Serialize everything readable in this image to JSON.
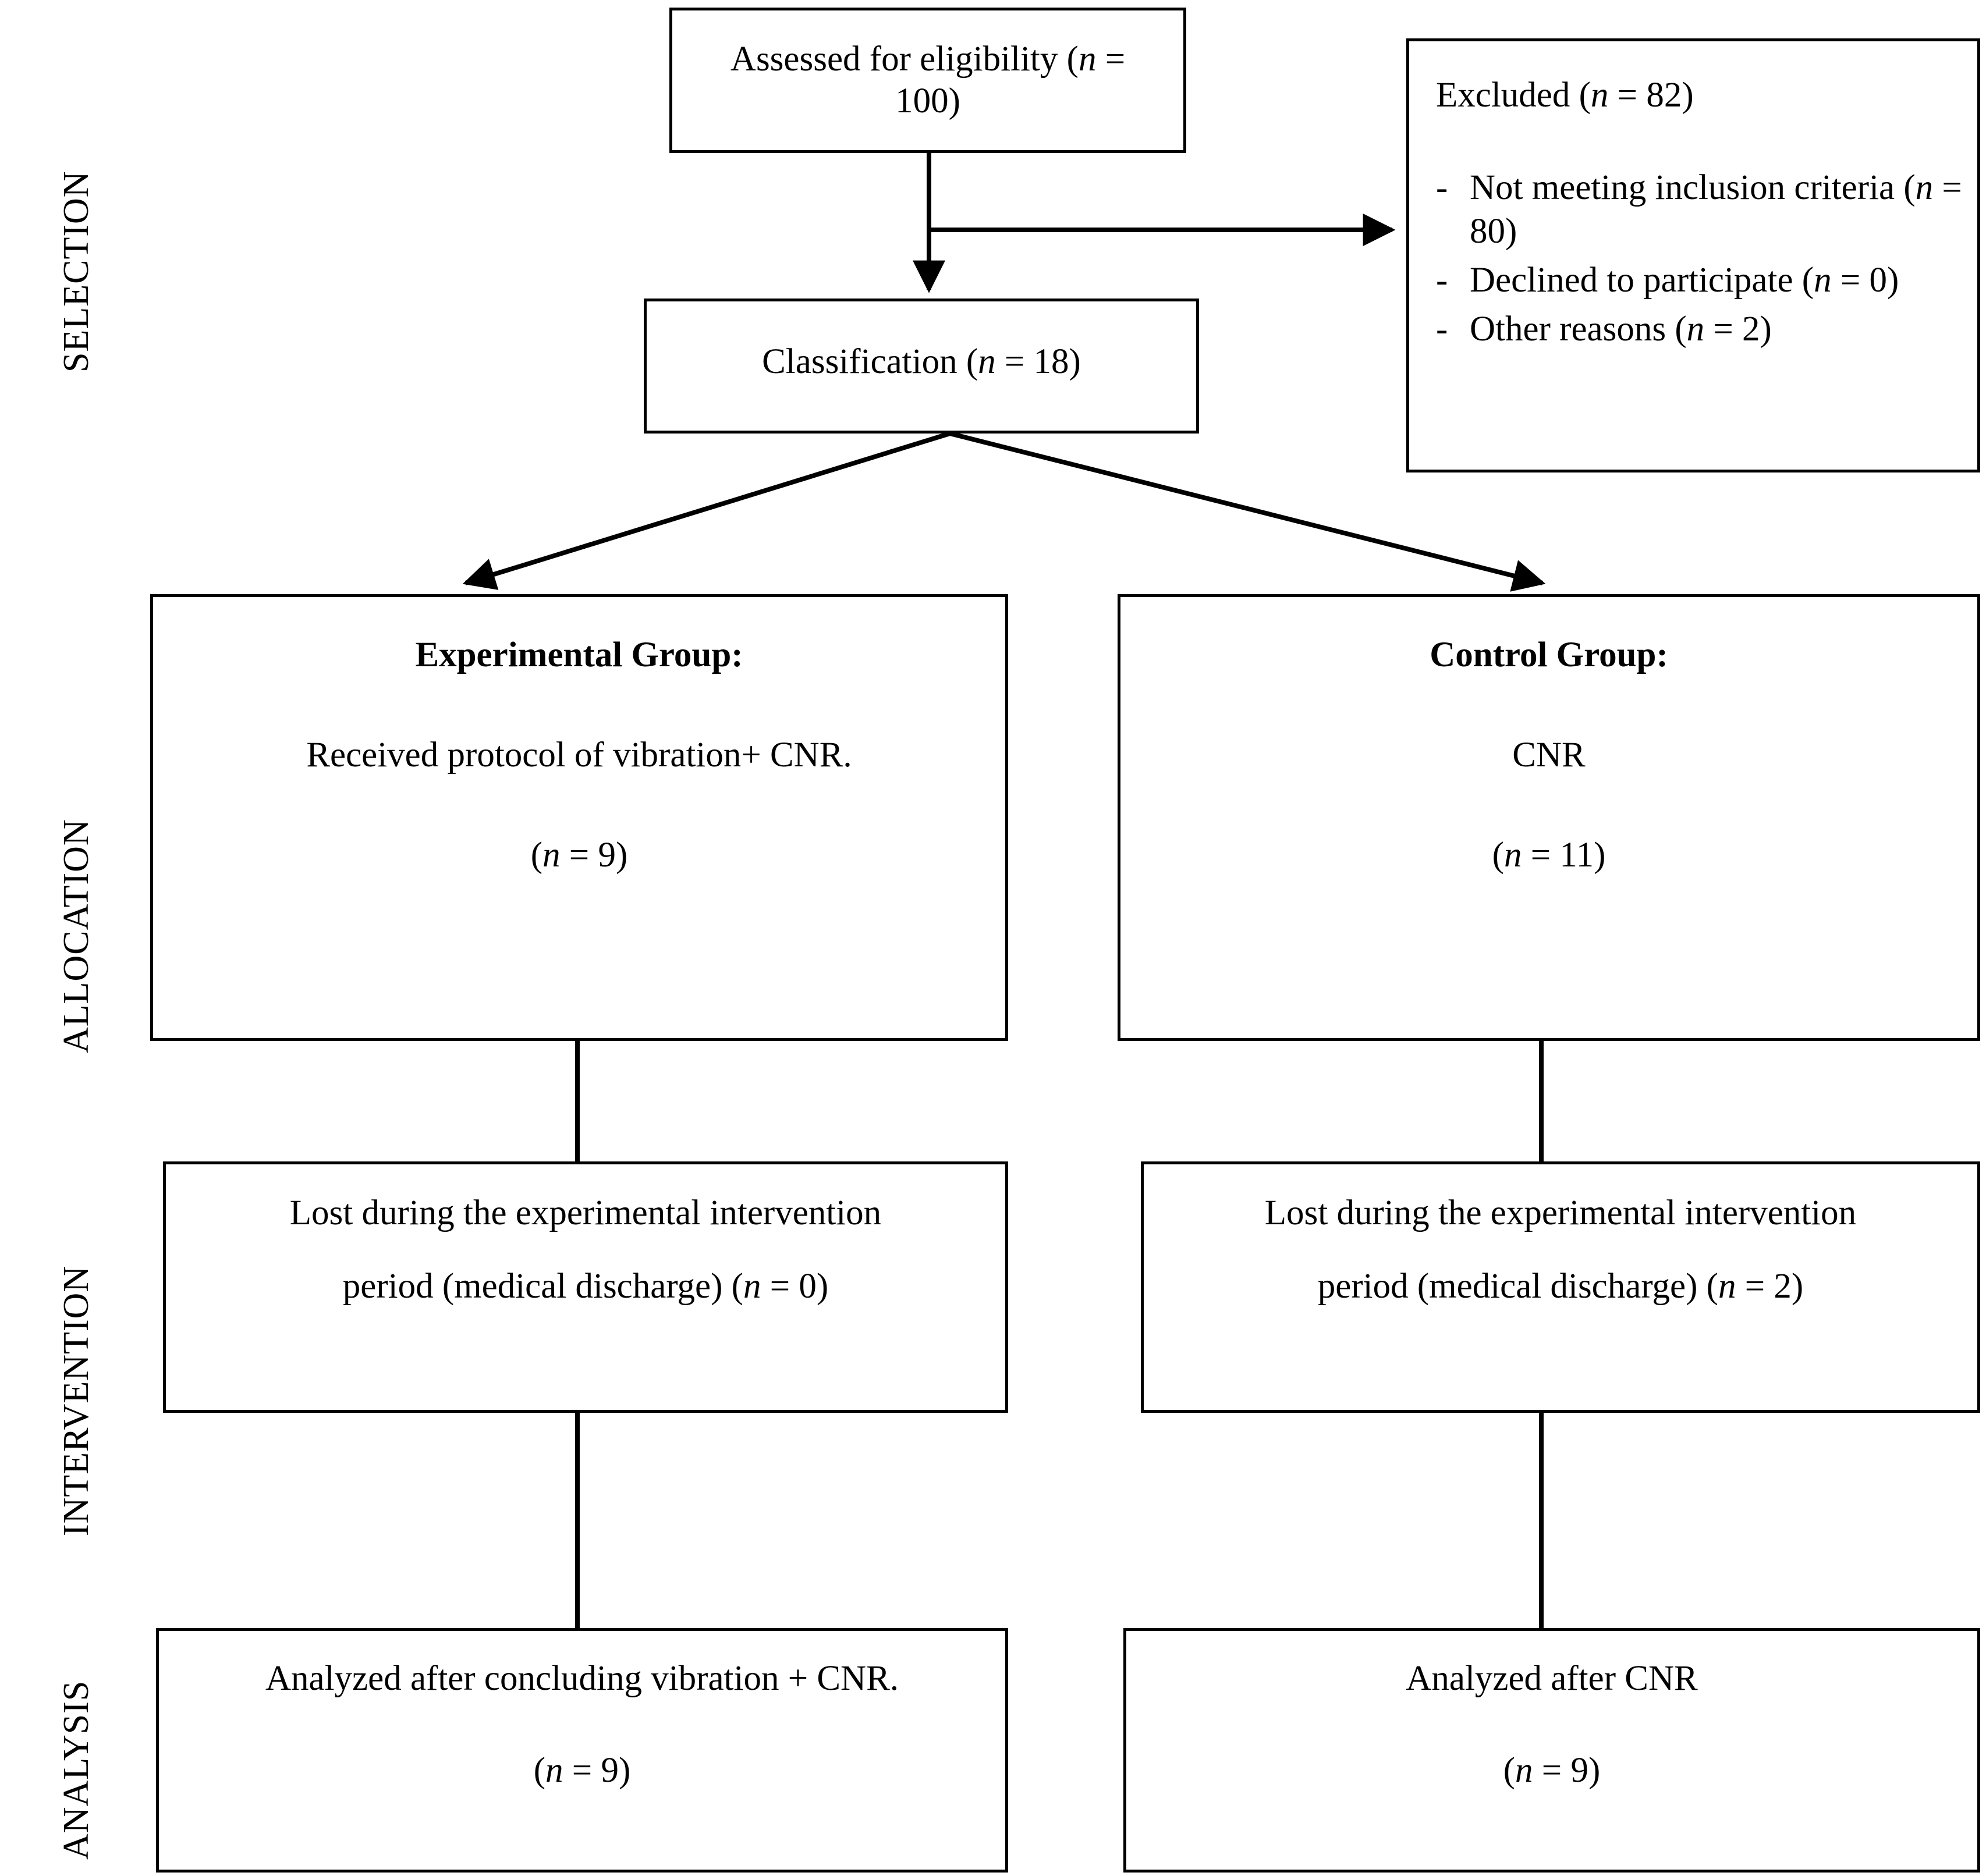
{
  "diagram": {
    "title": "CONSORT participant flow diagram",
    "colors": {
      "stroke": "#000000",
      "background": "#ffffff",
      "text": "#000000"
    }
  },
  "stages": [
    {
      "id": "selection",
      "label": "SELECTION"
    },
    {
      "id": "allocation",
      "label": "ALLOCATION"
    },
    {
      "id": "intervention",
      "label": "INTERVENTION"
    },
    {
      "id": "analysis",
      "label": "ANALYSIS"
    }
  ],
  "nodes": {
    "assessed": {
      "line1": "Assessed for eligibility (n =",
      "line2": "100)"
    },
    "excluded": {
      "title": "Excluded (n = 82)",
      "bullets": [
        {
          "dash": "-",
          "text": "Not meeting inclusion criteria (n = 80)"
        },
        {
          "dash": "-",
          "text": "Declined to participate (n = 0)"
        },
        {
          "dash": "-",
          "text": "Other reasons (n = 2)"
        }
      ]
    },
    "classification": {
      "line1": "Classification (n = 18)"
    },
    "experimental_group": {
      "heading": "Experimental Group:",
      "detail": "Received protocol of vibration+ CNR.",
      "count": "(n = 9)"
    },
    "control_group": {
      "heading": "Control Group:",
      "detail": "CNR",
      "count": "(n = 11)"
    },
    "lost_experimental": {
      "line1": "Lost during the experimental intervention",
      "line2": "period (medical discharge) (n = 0)"
    },
    "lost_control": {
      "line1": "Lost during the experimental intervention",
      "line2": "period (medical discharge) (n = 2)"
    },
    "analyzed_experimental": {
      "line1": "Analyzed after concluding vibration + CNR.",
      "count": "(n = 9)"
    },
    "analyzed_control": {
      "line1": "Analyzed after CNR",
      "count": "(n = 9)"
    }
  },
  "connectors": [
    {
      "id": "assessed-to-classification",
      "kind": "arrow-down"
    },
    {
      "id": "assessed-to-excluded",
      "kind": "arrow-right"
    },
    {
      "id": "classification-to-experimental",
      "kind": "arrow-diagonal-left"
    },
    {
      "id": "classification-to-control",
      "kind": "arrow-diagonal-right"
    },
    {
      "id": "experimental-to-lost",
      "kind": "line-vertical"
    },
    {
      "id": "control-to-lost",
      "kind": "line-vertical"
    },
    {
      "id": "lost-experimental-to-analyzed",
      "kind": "line-vertical"
    },
    {
      "id": "lost-control-to-analyzed",
      "kind": "line-vertical"
    }
  ]
}
